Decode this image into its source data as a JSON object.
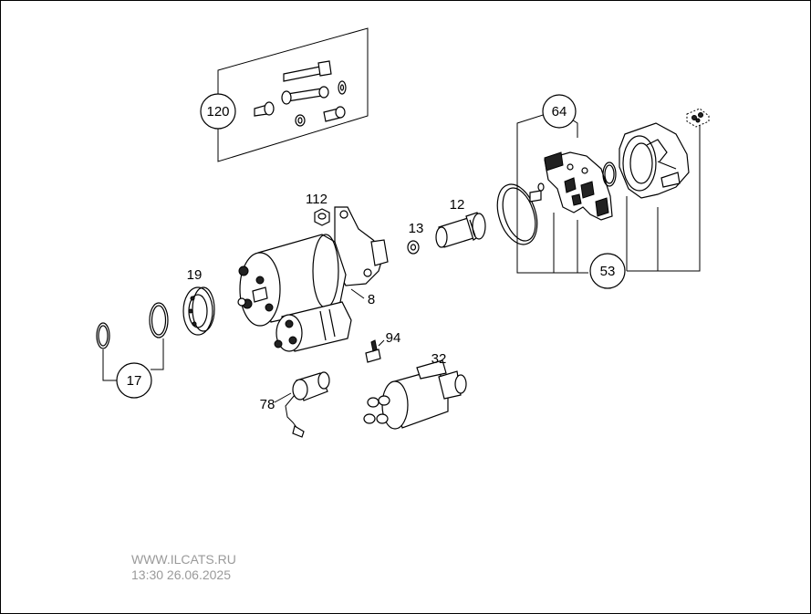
{
  "callouts": {
    "c120": "120",
    "c64": "64",
    "c53": "53",
    "c17": "17",
    "c112": "112",
    "c12": "12",
    "c13": "13",
    "c19": "19",
    "c8": "8",
    "c94": "94",
    "c32": "32",
    "c78": "78"
  },
  "watermark": {
    "site": "WWW.ILCATS.RU",
    "datetime": "13:30 26.06.2025"
  }
}
